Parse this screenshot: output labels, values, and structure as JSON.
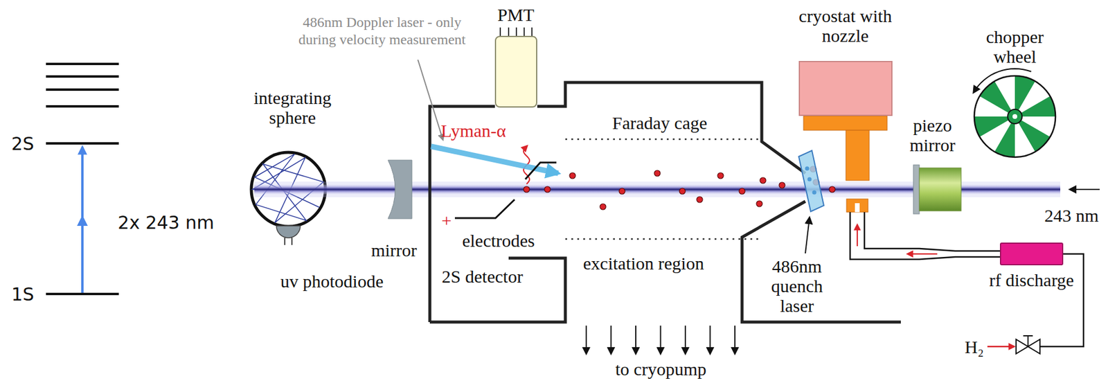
{
  "diagram": {
    "nodes": [
      {
        "text": [
          "PMT"
        ]
      },
      {
        "text": [
          "cryostat with nozzle"
        ]
      },
      {
        "text": [
          "rf discharge"
        ]
      }
    ],
    "labels": [
      "2S",
      "1S",
      "2x 243 nm",
      "486nm Doppler laser - only during velocity measurement",
      "integrating sphere",
      "Lyman-α",
      "Faraday cage",
      "chopper wheel",
      "piezo mirror",
      "243 nm",
      "mirror",
      "+",
      "electrodes",
      "uv photodiode",
      "2S detector",
      "excitation region",
      "486nm quench laser",
      "H₂",
      "to cryopump"
    ]
  }
}
